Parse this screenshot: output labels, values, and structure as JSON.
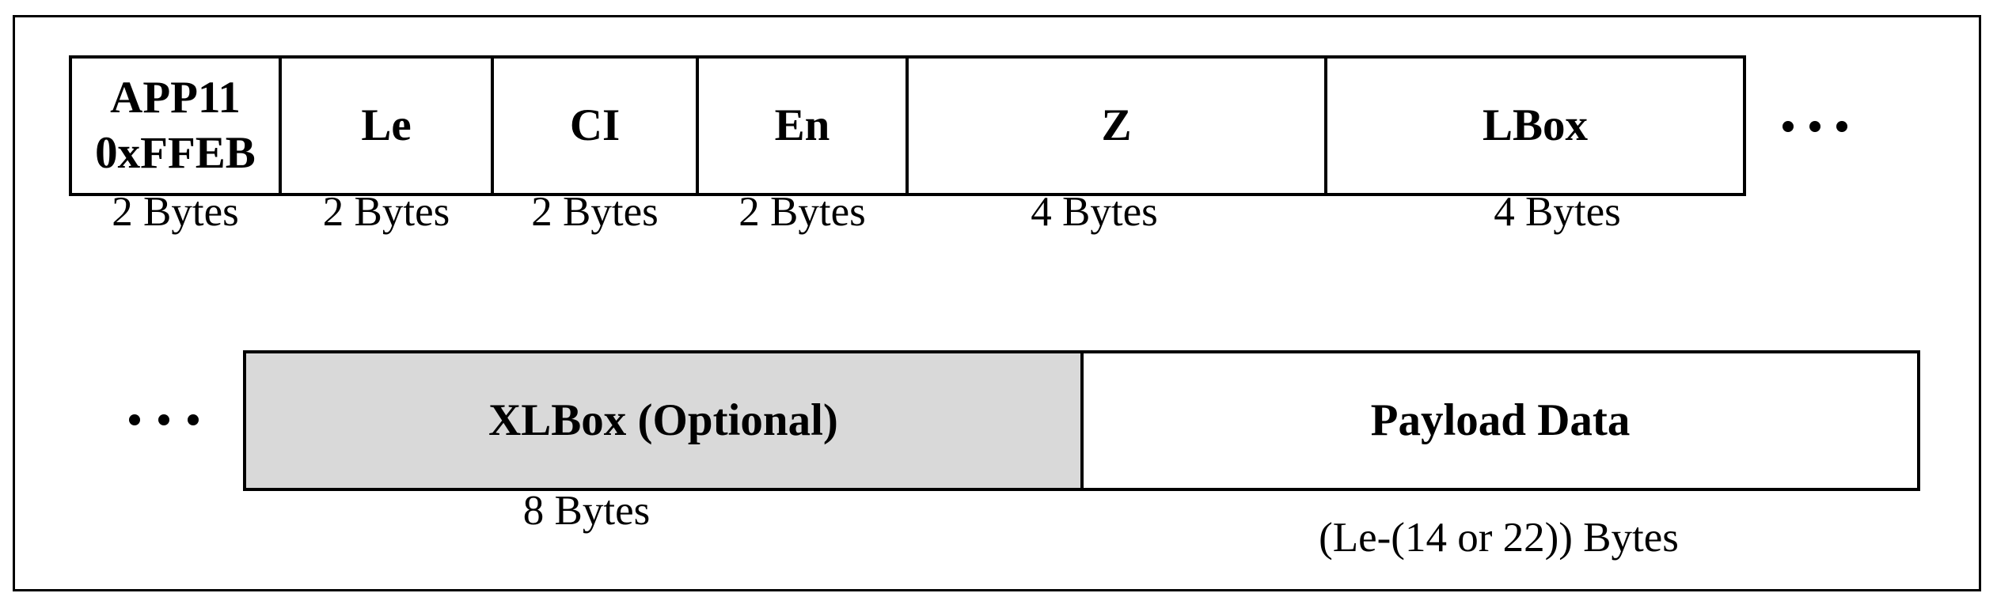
{
  "figure": {
    "row1": {
      "fields": [
        {
          "label": "APP11",
          "label2": "0xFFEB",
          "size": "2 Bytes"
        },
        {
          "label": "Le",
          "size": "2 Bytes"
        },
        {
          "label": "CI",
          "size": "2 Bytes"
        },
        {
          "label": "En",
          "size": "2 Bytes"
        },
        {
          "label": "Z",
          "size": "4 Bytes"
        },
        {
          "label": "LBox",
          "size": "4 Bytes"
        }
      ],
      "ellipsis": "..."
    },
    "row2": {
      "fields": [
        {
          "label": "XLBox (Optional)",
          "size": "8 Bytes"
        },
        {
          "label": "Payload Data",
          "size": "(Le-(14 or 22)) Bytes"
        }
      ],
      "ellipsis": "..."
    },
    "colors": {
      "border": "#000000",
      "xlbox_fill": "#d9d9d9",
      "background": "#ffffff"
    }
  }
}
